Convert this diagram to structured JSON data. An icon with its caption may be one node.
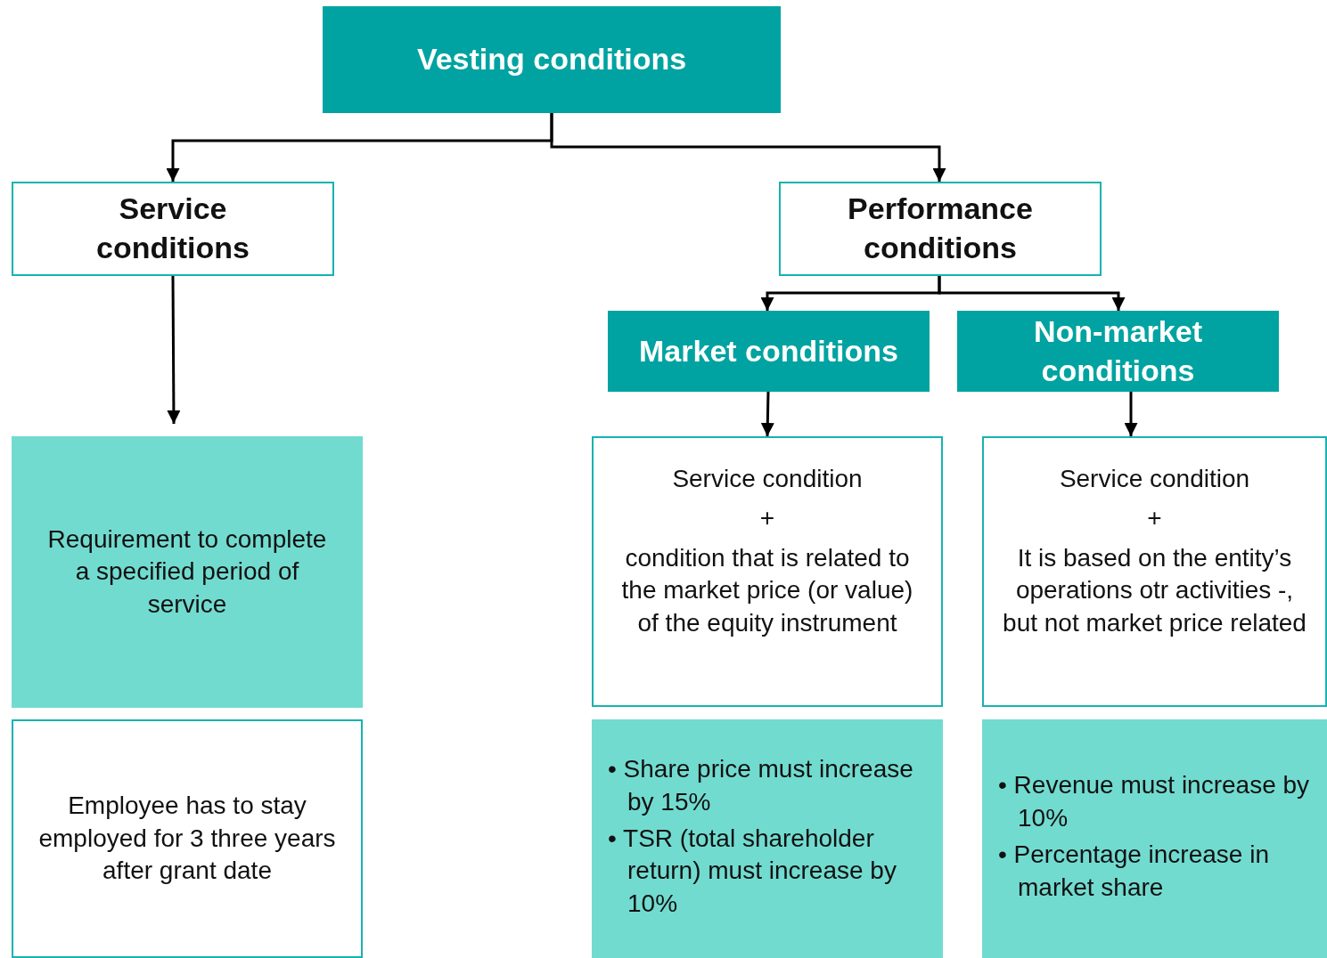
{
  "diagram": {
    "nodes": [
      {
        "text": [
          "Vesting conditions"
        ]
      },
      {
        "text": [
          "Service conditions"
        ]
      },
      {
        "text": [
          "Performance conditions"
        ]
      },
      {
        "text": [
          "Market conditions"
        ]
      },
      {
        "text": [
          "Non-market conditions"
        ]
      },
      {
        "text": [
          "Requirement to complete a specified period of service"
        ]
      },
      {
        "text": [
          "Employee has to stay employed for 3 three years after grant date"
        ]
      },
      {
        "text": [
          "Service condition",
          "+",
          "condition that is related to the market price (or value) of the equity instrument"
        ]
      },
      {
        "text": [
          "Service condition",
          "+",
          "It is based on the entity’s operations otr activities -, but not market price related"
        ]
      },
      {
        "text": [
          "• Share price must increase by 15%",
          "• TSR (total shareholder return) must increase by 10%"
        ]
      },
      {
        "text": [
          "• Revenue must increase by 10%",
          "• Percentage increase in market share"
        ]
      }
    ],
    "edges": [
      {
        "from": 0,
        "to": 1,
        "arrow": "to"
      },
      {
        "from": 0,
        "to": 2,
        "arrow": "to"
      },
      {
        "from": 1,
        "to": 5,
        "arrow": "to"
      },
      {
        "from": 2,
        "to": 3,
        "arrow": "to"
      },
      {
        "from": 2,
        "to": 4,
        "arrow": "to"
      },
      {
        "from": 3,
        "to": 7,
        "arrow": "to"
      },
      {
        "from": 4,
        "to": 8,
        "arrow": "to"
      }
    ]
  }
}
